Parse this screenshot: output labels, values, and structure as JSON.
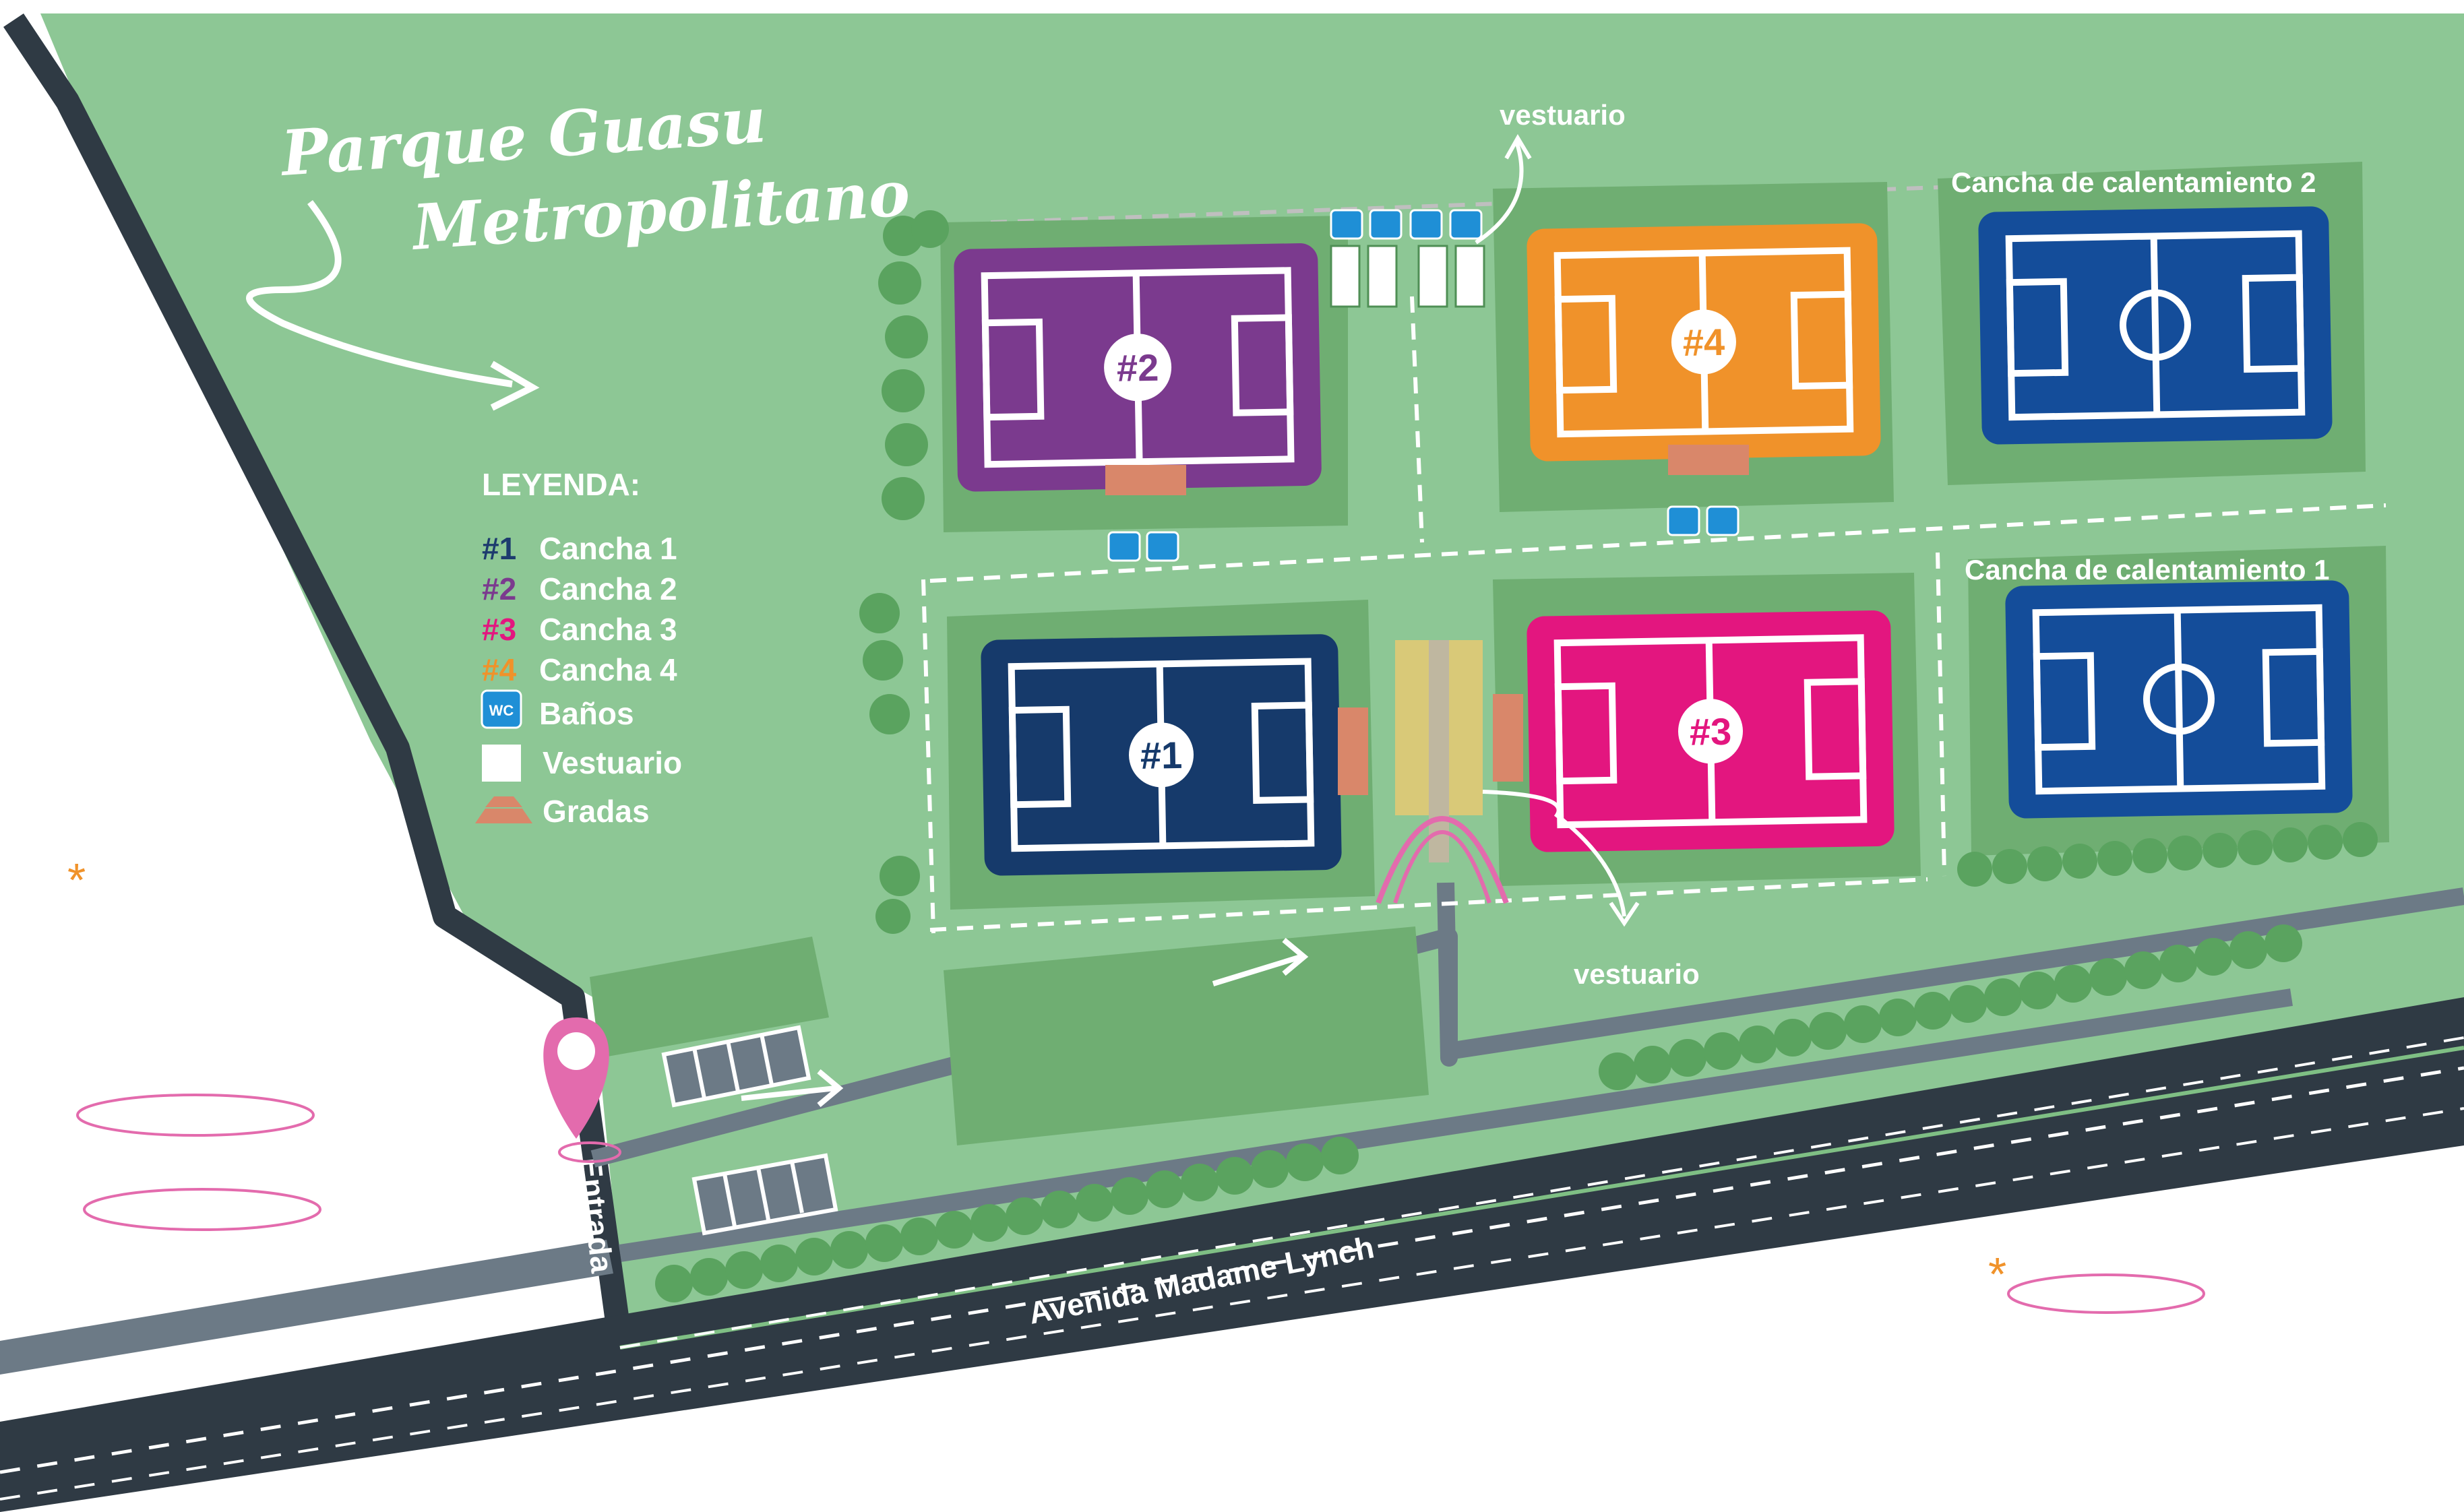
{
  "title": {
    "line1": "Parque Guasu",
    "line2": "Metropolitano"
  },
  "legend": {
    "heading": "LEYENDA:",
    "items": [
      {
        "key": "#1",
        "label": "Cancha 1",
        "color": "#1d3b6e"
      },
      {
        "key": "#2",
        "label": "Cancha 2",
        "color": "#7b3a8e"
      },
      {
        "key": "#3",
        "label": "Cancha 3",
        "color": "#e3167f"
      },
      {
        "key": "#4",
        "label": "Cancha 4",
        "color": "#f0922a"
      },
      {
        "key": "WC",
        "label": "Baños",
        "color": "#1f8fd6",
        "icon": "wc-icon"
      },
      {
        "key": "",
        "label": "Vestuario",
        "color": "#ffffff",
        "icon": "locker-room-icon"
      },
      {
        "key": "",
        "label": "Gradas",
        "color": "#d9876a",
        "icon": "bleachers-icon"
      }
    ]
  },
  "fields": {
    "f1": {
      "number": "#1",
      "color": "#163a6b"
    },
    "f2": {
      "number": "#2",
      "color": "#7b3a8e"
    },
    "f3": {
      "number": "#3",
      "color": "#e3167f"
    },
    "f4": {
      "number": "#4",
      "color": "#f0922a"
    },
    "w1": {
      "label": "Cancha de calentamiento 1",
      "color": "#144d9a"
    },
    "w2": {
      "label": "Cancha de calentamiento 2",
      "color": "#144d9a"
    }
  },
  "labels": {
    "vestuario_top": "vestuario",
    "vestuario_bottom": "vestuario",
    "entrance": "Entrada",
    "avenue": "Avenida Madame Lynch",
    "wc": "WC"
  },
  "colors": {
    "park": "#8dc795",
    "block": "#6fae72",
    "road": "#2f3a44",
    "path": "#6c7a86",
    "pin": "#e36bad"
  }
}
